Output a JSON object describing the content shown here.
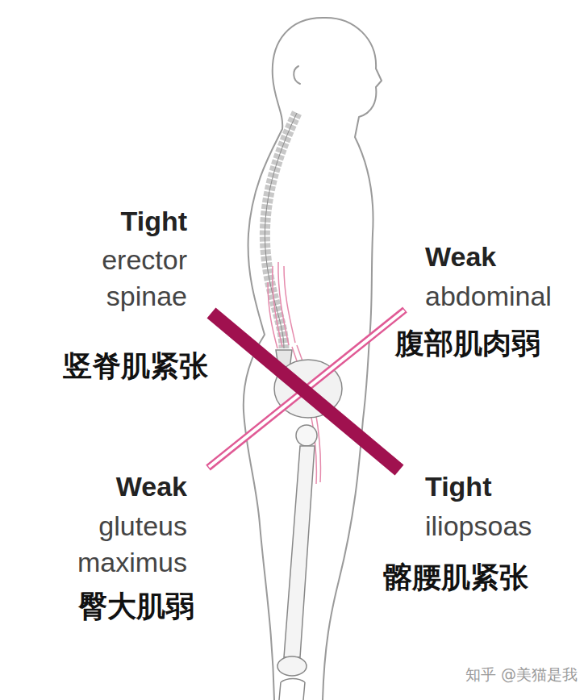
{
  "diagram": {
    "labels": [
      "Tight",
      "erector spinae",
      "竖脊肌紧张",
      "Weak",
      "abdominal",
      "腹部肌肉弱",
      "Weak",
      "gluteus maximus",
      "臀大肌弱",
      "Tight",
      "iliopsoas",
      "髂腰肌紧张",
      "知乎 @美猫是我"
    ]
  }
}
